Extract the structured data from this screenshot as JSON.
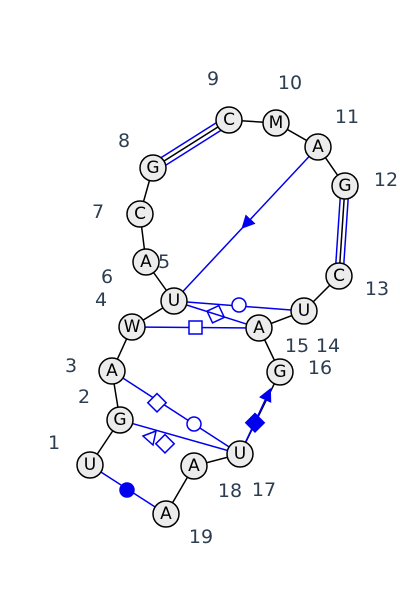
{
  "nucleotides": [
    {
      "id": 1,
      "letter": "U",
      "number": "1"
    },
    {
      "id": 2,
      "letter": "G",
      "number": "2"
    },
    {
      "id": 3,
      "letter": "A",
      "number": "3"
    },
    {
      "id": 4,
      "letter": "W",
      "number": "4"
    },
    {
      "id": 5,
      "letter": "U",
      "number": "5"
    },
    {
      "id": 6,
      "letter": "A",
      "number": "6"
    },
    {
      "id": 7,
      "letter": "C",
      "number": "7"
    },
    {
      "id": 8,
      "letter": "G",
      "number": "8"
    },
    {
      "id": 9,
      "letter": "C",
      "number": "9"
    },
    {
      "id": 10,
      "letter": "M",
      "number": "10"
    },
    {
      "id": 11,
      "letter": "A",
      "number": "11"
    },
    {
      "id": 12,
      "letter": "G",
      "number": "12"
    },
    {
      "id": 13,
      "letter": "C",
      "number": "13"
    },
    {
      "id": 14,
      "letter": "U",
      "number": "14"
    },
    {
      "id": 15,
      "letter": "A",
      "number": "15"
    },
    {
      "id": 16,
      "letter": "G",
      "number": "16"
    },
    {
      "id": 17,
      "letter": "U",
      "number": "17"
    },
    {
      "id": 18,
      "letter": "A",
      "number": "18"
    },
    {
      "id": 19,
      "letter": "A",
      "number": "19"
    }
  ],
  "colors": {
    "interaction": "#0000ee",
    "backbone": "#000000",
    "node_fill": "#ececec",
    "number_label": "#2c3e50"
  }
}
